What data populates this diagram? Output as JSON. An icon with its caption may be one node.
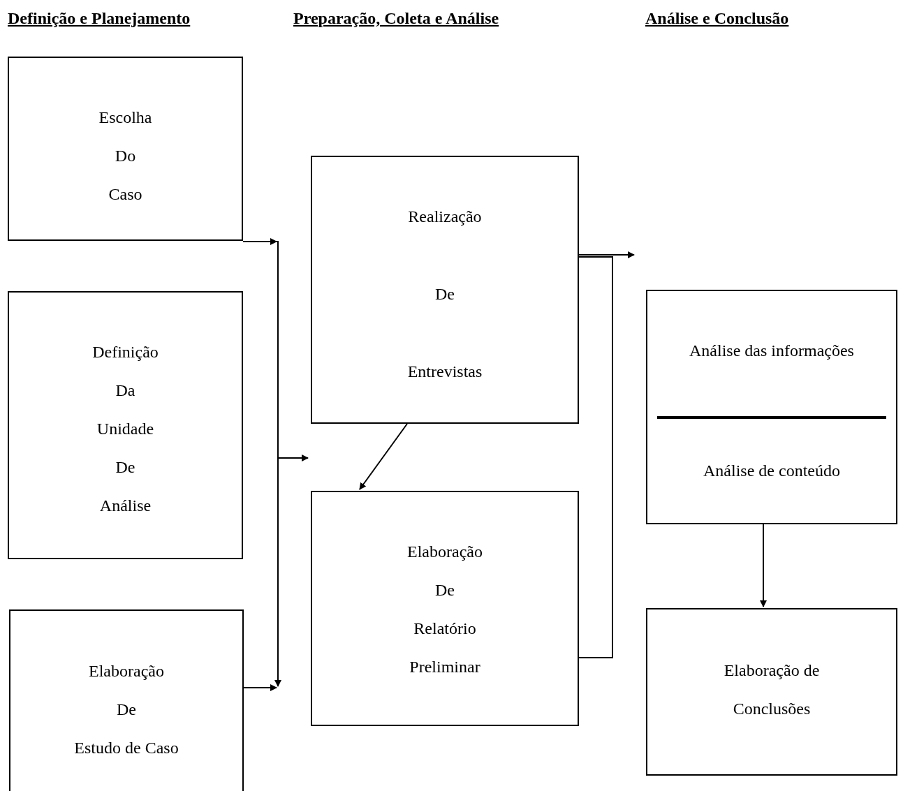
{
  "diagram": {
    "nodes": [
      {
        "text": [
          "Escolha",
          "Do",
          "Caso"
        ]
      },
      {
        "text": [
          "Definição",
          "Da",
          "Unidade",
          "De",
          "Análise"
        ]
      },
      {
        "text": [
          "Elaboração",
          "De",
          "Estudo de Caso"
        ]
      },
      {
        "text": [
          "Realização",
          "De",
          "Entrevistas"
        ]
      },
      {
        "text": [
          "Elaboração",
          "De",
          "Relatório",
          "Preliminar"
        ]
      },
      {
        "text": [
          "Análise das informações",
          "Análise de conteúdo"
        ]
      },
      {
        "text": [
          "Elaboração de",
          "Conclusões"
        ]
      }
    ],
    "edges": [
      {
        "from": 0,
        "to": null,
        "arrow": "to"
      },
      {
        "from": 0,
        "to": null,
        "arrow": "to"
      },
      {
        "from": 0,
        "to": null,
        "arrow": "to"
      },
      {
        "from": 2,
        "to": null,
        "arrow": "to"
      },
      {
        "from": 3,
        "to": 4,
        "arrow": "to"
      },
      {
        "from": 3,
        "to": 4,
        "arrow": "none"
      },
      {
        "from": 3,
        "to": null,
        "arrow": "to"
      },
      {
        "from": 5,
        "to": 6,
        "arrow": "to"
      }
    ],
    "labels": [
      "Definição e Planejamento",
      "Preparação, Coleta e Análise",
      "Análise e Conclusão"
    ]
  }
}
